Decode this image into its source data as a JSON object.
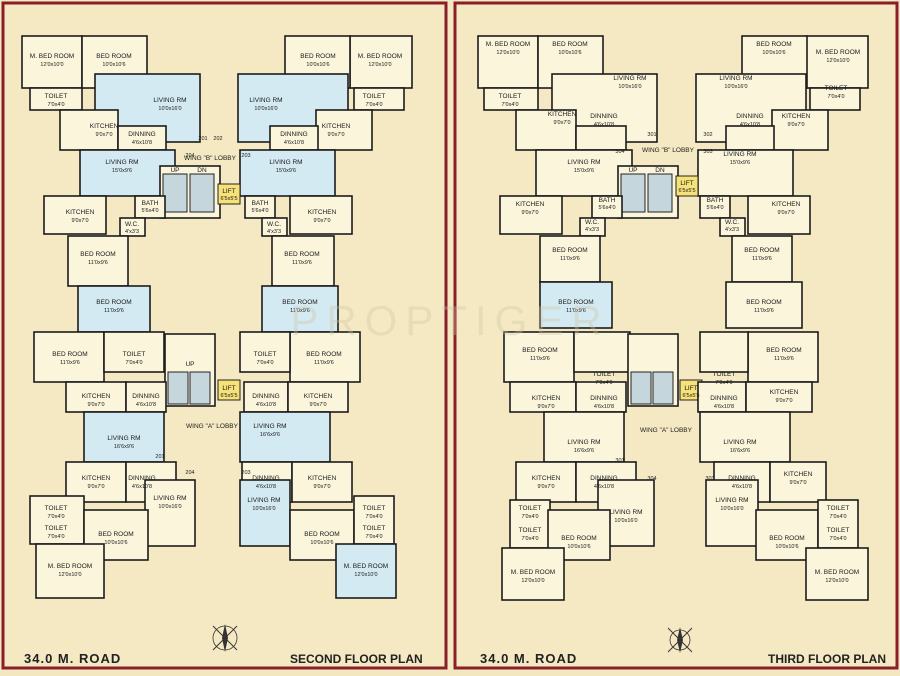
{
  "left_plan": {
    "title": "SECOND FLOOR PLAN",
    "road": "34.0 M. ROAD",
    "wing_b": "WING \"B\" LOBBY",
    "wing_a": "WING \"A\" LOBBY",
    "flats": [
      "201",
      "202",
      "203",
      "204",
      "201",
      "204",
      "203"
    ]
  },
  "right_plan": {
    "title": "THIRD FLOOR PLAN",
    "road": "34.0 M. ROAD",
    "wing_b": "WING \"B\" LOBBY",
    "wing_a": "WING \"A\" LOBBY",
    "flats": [
      "301",
      "302",
      "303",
      "304",
      "301",
      "304",
      "303"
    ]
  },
  "rooms": {
    "m_bed": "M. BED ROOM",
    "m_bed_dim": "12'0x10'0",
    "bed": "BED ROOM",
    "bed_dim": "10'0x10'6",
    "living": "LIVING RM",
    "living_dim": "10'0x16'0",
    "kitchen": "KITCHEN",
    "kitchen_dim": "9'0x7'0",
    "dinning": "DINNING",
    "dinning_dim": "4'6x10'8",
    "toilet": "TOILET",
    "toilet_dim": "7'0x4'0",
    "bath": "BATH",
    "bath_dim": "5'6x4'0",
    "wc": "W.C.",
    "wc_dim": "4'x3'3",
    "lift": "LIFT",
    "lift_dim": "6'5x5'5",
    "up": "UP",
    "dn": "DN",
    "bed2_dim": "11'0x9'6",
    "living2_dim": "15'0x9'6",
    "living3_dim": "16'6x9'6"
  },
  "watermark": "PROPTIGER"
}
